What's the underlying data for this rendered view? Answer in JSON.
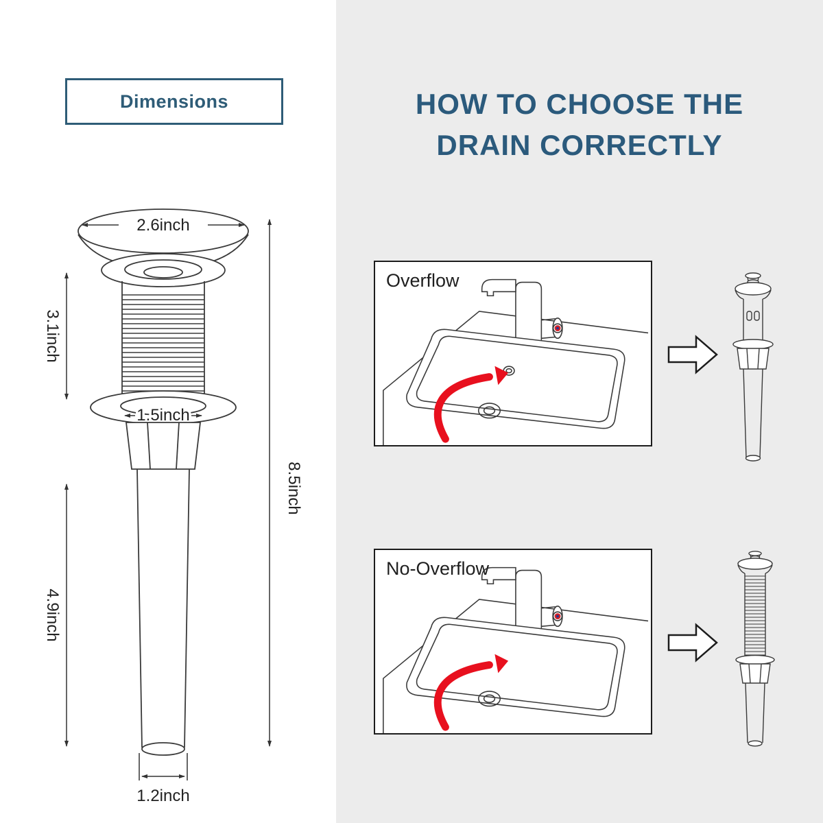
{
  "colors": {
    "accent": "#2e5c77",
    "title_blue": "#2b5a7c",
    "arrow_red": "#e8101e",
    "line": "#3a3a3a",
    "right_bg": "#ececec"
  },
  "dimensions_panel": {
    "title": "Dimensions",
    "labels": {
      "cap_width": "2.6inch",
      "thread_height": "3.1inch",
      "thread_width": "1.5inch",
      "total_height": "8.5inch",
      "tail_height": "4.9inch",
      "bottom_width": "1.2inch"
    }
  },
  "guide_panel": {
    "title_line1": "HOW TO CHOOSE THE",
    "title_line2": "DRAIN CORRECTLY",
    "options": [
      {
        "label": "Overflow"
      },
      {
        "label": "No-Overflow"
      }
    ]
  }
}
